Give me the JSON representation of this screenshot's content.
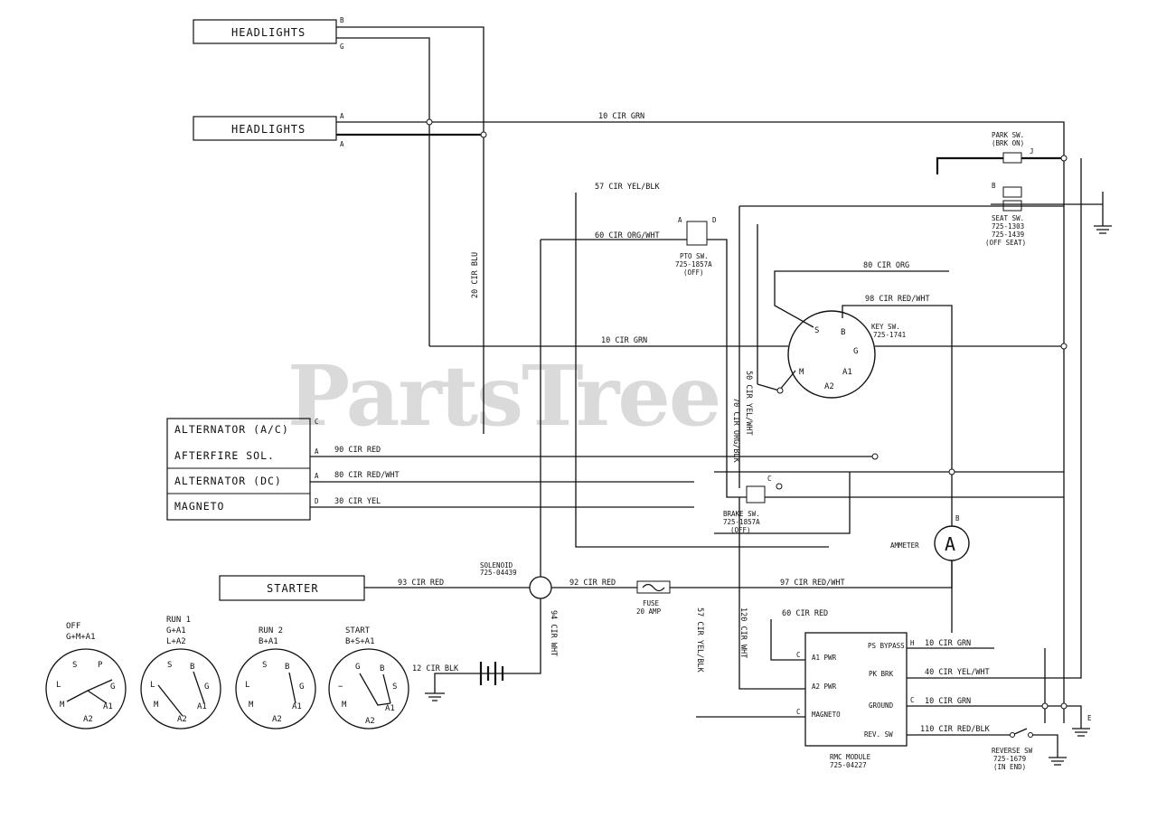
{
  "watermark": "PartsTree",
  "components": {
    "headlights_top": "HEADLIGHTS",
    "headlights_mid": "HEADLIGHTS",
    "alternator_ac": "ALTERNATOR (A/C)",
    "afterfire_sol": "AFTERFIRE SOL.",
    "alternator_dc": "ALTERNATOR (DC)",
    "magneto": "MAGNETO",
    "starter": "STARTER"
  },
  "wires": {
    "w10_grn_top": "10 CIR GRN",
    "w57_yel_blk": "57 CIR YEL/BLK",
    "w60_org_wht": "60 CIR ORG/WHT",
    "w20_blu": "20 CIR BLU",
    "w80_org": "80 CIR ORG",
    "w98_red_wht": "98 CIR RED/WHT",
    "w10_grn_mid": "10 CIR GRN",
    "w70_org_blk": "70 CIR ORG/BLK",
    "w50_yel_wht": "50 CIR YEL/WHT",
    "w90_red": "90 CIR RED",
    "w80_red_wht": "80 CIR RED/WHT",
    "w30_yel": "30 CIR YEL",
    "w93_red": "93 CIR RED",
    "w92_red": "92 CIR RED",
    "w97_red_wht": "97 CIR RED/WHT",
    "w94_wht": "94 CIR WHT",
    "w12_blk": "12 CIR BLK",
    "w57_yel_blk_v": "57 CIR YEL/BLK",
    "w120_wht": "120 CIR WHT",
    "w60_red": "60 CIR RED",
    "w10_grn_rmc": "10 CIR GRN",
    "w40_yel_wht": "40 CIR YEL/WHT",
    "w10_grn_gnd": "10 CIR GRN",
    "w110_red_blk": "110 CIR RED/BLK"
  },
  "switches": {
    "park_sw": "PARK SW.",
    "park_sw_state": "(BRK ON)",
    "seat_sw": "SEAT SW.",
    "seat_pn1": "725-1303",
    "seat_pn2": "725-1439",
    "seat_state": "(OFF SEAT)",
    "pto_sw": "PTO SW.",
    "pto_pn": "725-1857A",
    "pto_state": "(OFF)",
    "key_sw": "KEY SW.",
    "key_pn": "725-1741",
    "brake_sw": "BRAKE SW.",
    "brake_pn": "725-1857A",
    "brake_state": "(OFF)",
    "reverse_sw": "REVERSE SW",
    "reverse_pn": "725-1679",
    "reverse_state": "(IN END)"
  },
  "parts": {
    "solenoid": "SOLENOID",
    "solenoid_pn": "725-04439",
    "fuse": "FUSE",
    "fuse_rating": "20 AMP",
    "ammeter": "AMMETER",
    "ammeter_symbol": "A",
    "rmc_title": "RMC MODULE",
    "rmc_pn": "725-04227",
    "rmc_a1": "A1 PWR",
    "rmc_a2": "A2 PWR",
    "rmc_magneto": "MAGNETO",
    "rmc_ps": "PS BYPASS",
    "rmc_pk": "PK BRK",
    "rmc_gnd": "GROUND",
    "rmc_rev": "REV. SW"
  },
  "terminal_letters": {
    "B": "B",
    "G": "G",
    "A": "A",
    "C": "C",
    "D": "D",
    "J": "J",
    "H": "H",
    "E": "E"
  },
  "positions": [
    {
      "name": "OFF",
      "combo1": "G+M+A1",
      "combo2": ""
    },
    {
      "name": "RUN 1",
      "combo1": "G+A1",
      "combo2": "L+A2"
    },
    {
      "name": "RUN 2",
      "combo1": "B+A1",
      "combo2": ""
    },
    {
      "name": "START",
      "combo1": "B+S+A1",
      "combo2": ""
    }
  ],
  "key_terms": {
    "S": "S",
    "B": "B",
    "G": "G",
    "L": "L",
    "M": "M",
    "A1": "A1",
    "A2": "A2",
    "P": "P"
  }
}
